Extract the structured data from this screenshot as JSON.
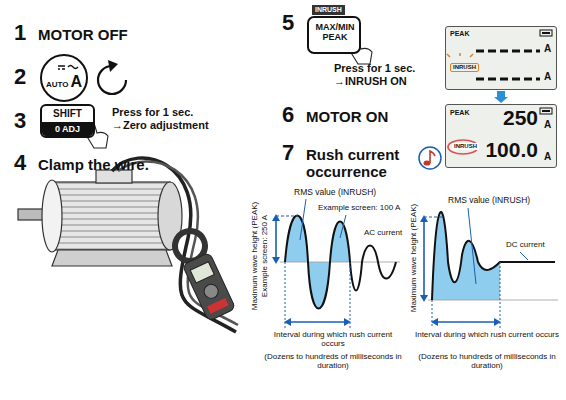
{
  "diagram": {
    "nodes": [
      {
        "text": [
          "AUTO",
          "A"
        ]
      },
      {
        "text": [
          "SHIFT",
          "0 ADJ"
        ]
      },
      {
        "text": [
          "INRUSH",
          "MAX/MIN PEAK"
        ]
      },
      {
        "text": [
          "PEAK",
          "INRUSH",
          "A",
          "A"
        ]
      },
      {
        "text": [
          "PEAK",
          "250",
          "A",
          "INRUSH",
          "100.0",
          "A"
        ]
      }
    ],
    "edges": [
      {
        "from": 3,
        "to": 4,
        "arrow": "to"
      }
    ],
    "labels": [
      "1",
      "MOTOR OFF",
      "2",
      "3",
      "Press for 1 sec. →Zero adjustment",
      "4",
      "Clamp the wire.",
      "5",
      "Press for 1 sec. →INRUSH ON",
      "6",
      "MOTOR ON",
      "7",
      "Rush current occurrence",
      "Maximum wave height (PEAK)",
      "Example screen: 250 A",
      "RMS value (INRUSH)",
      "Example screen: 100 A",
      "AC current",
      "Interval during which rush current occurs",
      "(Dozens to hundreds of milliseconds in duration)",
      "Maximum wave height (PEAK)",
      "RMS value (INRUSH)",
      "DC current",
      "Interval during which rush current occurs",
      "(Dozens to hundreds of milliseconds in duration)"
    ]
  }
}
